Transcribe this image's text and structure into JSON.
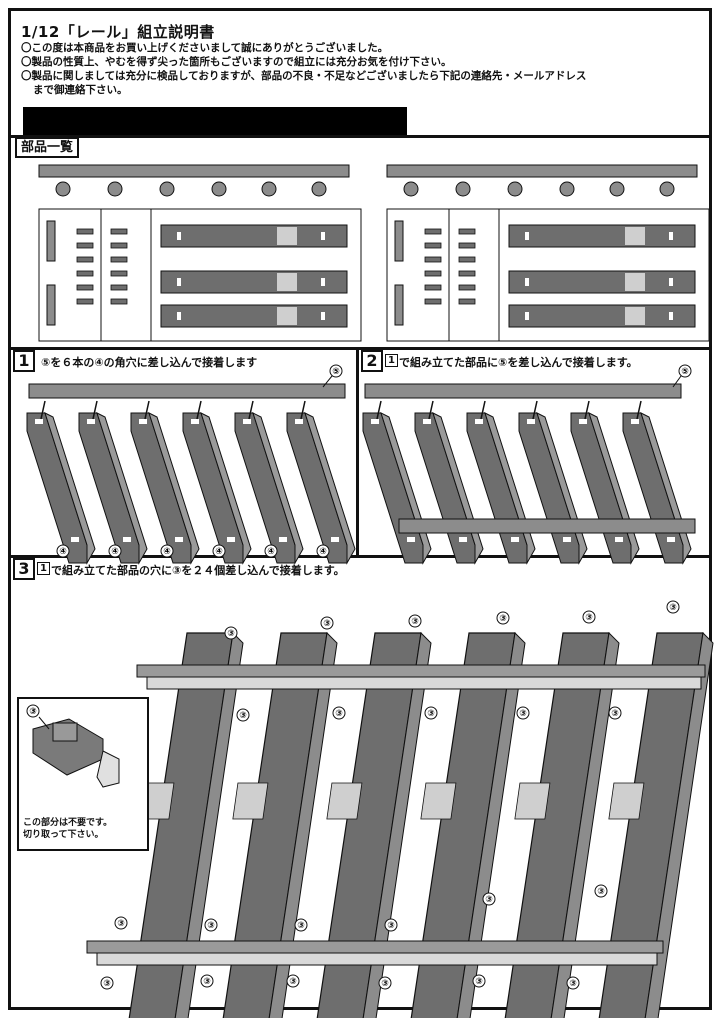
{
  "header": {
    "title": "1/12「レール」組立説明書",
    "notes": [
      "〇この度は本商品をお買い上げくださいまして誠にありがとうございました。",
      "〇製品の性質上、やむを得ず尖った箇所もございますので組立には充分お気を付け下さい。",
      "〇製品に関しましては充分に検品しておりますが、部品の不良・不足などございましたら下記の連絡先・メールアドレス",
      "まで御連絡下さい。"
    ]
  },
  "parts": {
    "label": "部品一覧"
  },
  "step1": {
    "num": "1",
    "text": "⑤を６本の④の角穴に差し込んで接着します",
    "callout_top": "⑤",
    "callout_bottom": "④"
  },
  "step2": {
    "num": "2",
    "ref": "1",
    "text": "で組み立てた部品に⑤を差し込んで接着します。",
    "callout_top": "⑤"
  },
  "step3": {
    "num": "3",
    "ref": "1",
    "text": "で組み立てた部品の穴に③を２４個差し込んで接着します。",
    "callout": "③"
  },
  "inset": {
    "callout": "③",
    "lines": [
      "この部分は不要です。",
      "切り取って下さい。"
    ]
  },
  "colors": {
    "ink": "#111111",
    "part_dark": "#6e6e6e",
    "part_mid": "#8c8c8c",
    "part_light": "#b8b8b8",
    "highlight": "#d9d9d9"
  }
}
